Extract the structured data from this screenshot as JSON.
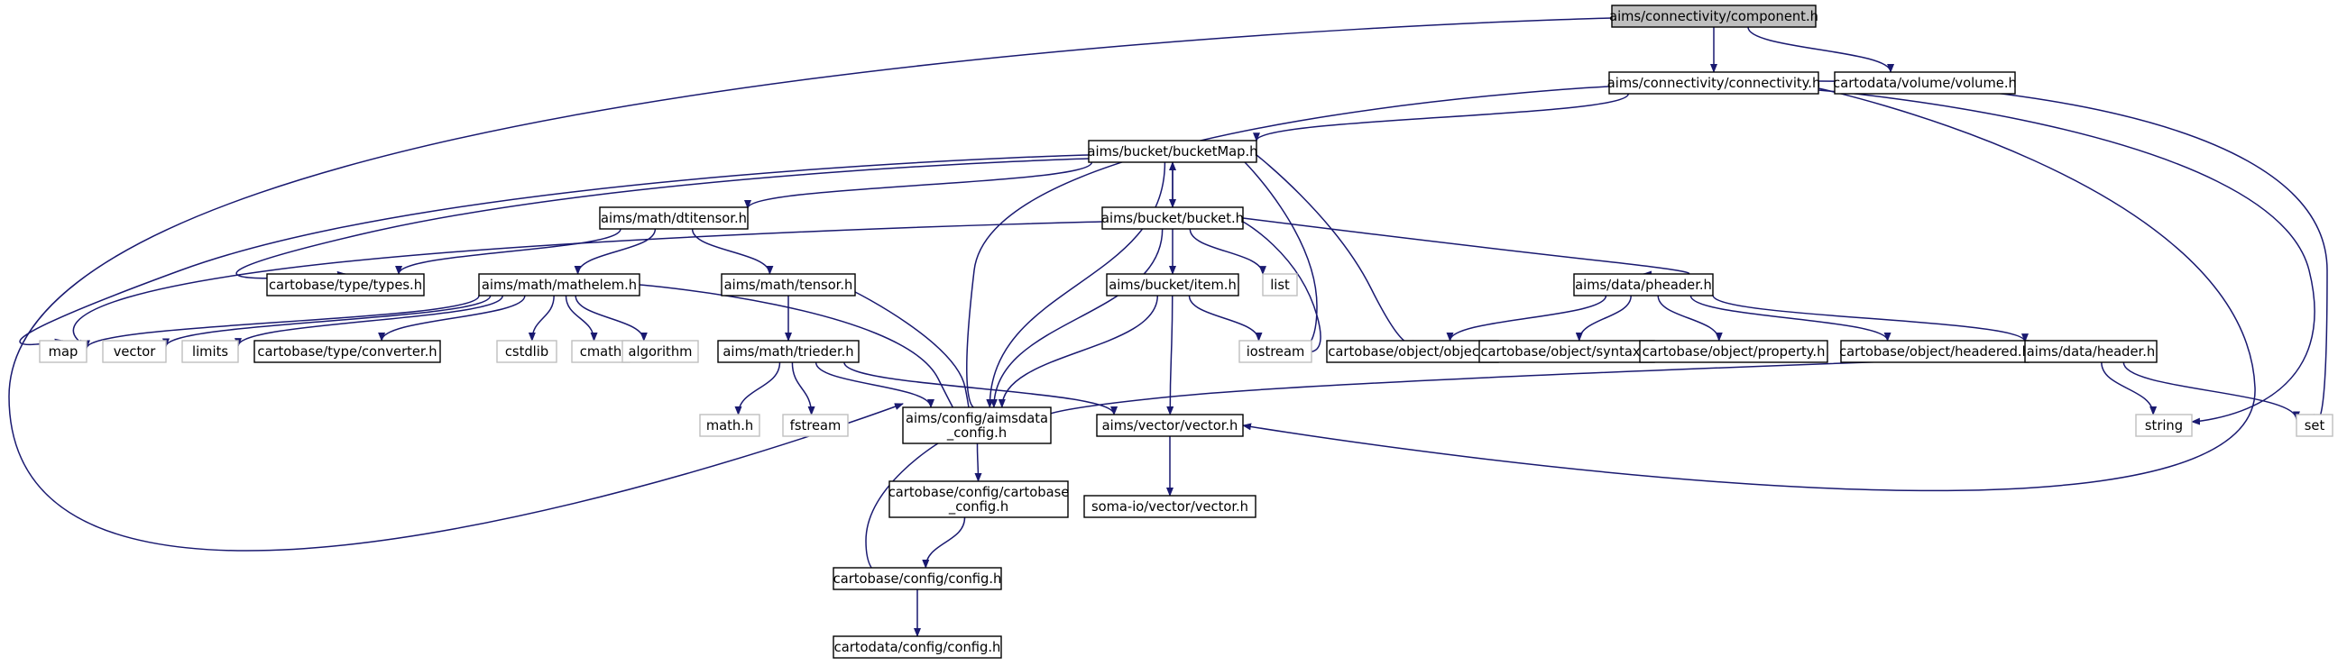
{
  "colors": {
    "edge": "#191970",
    "root_fill": "#bfbfbf",
    "system_border": "#bfbfbf",
    "node_border": "#000000"
  },
  "nodes": [
    {
      "id": "root",
      "label": [
        "aims/connectivity/component.h"
      ],
      "kind": "root"
    },
    {
      "id": "connectivity",
      "label": [
        "aims/connectivity/connectivity.h"
      ],
      "kind": "file"
    },
    {
      "id": "volume",
      "label": [
        "cartodata/volume/volume.h"
      ],
      "kind": "file"
    },
    {
      "id": "bucketMap",
      "label": [
        "aims/bucket/bucketMap.h"
      ],
      "kind": "file"
    },
    {
      "id": "dtitensor",
      "label": [
        "aims/math/dtitensor.h"
      ],
      "kind": "file"
    },
    {
      "id": "bucket",
      "label": [
        "aims/bucket/bucket.h"
      ],
      "kind": "file"
    },
    {
      "id": "types",
      "label": [
        "cartobase/type/types.h"
      ],
      "kind": "file"
    },
    {
      "id": "mathelem",
      "label": [
        "aims/math/mathelem.h"
      ],
      "kind": "file"
    },
    {
      "id": "tensor",
      "label": [
        "aims/math/tensor.h"
      ],
      "kind": "file"
    },
    {
      "id": "item",
      "label": [
        "aims/bucket/item.h"
      ],
      "kind": "file"
    },
    {
      "id": "list",
      "label": [
        "list"
      ],
      "kind": "system"
    },
    {
      "id": "pheader",
      "label": [
        "aims/data/pheader.h"
      ],
      "kind": "file"
    },
    {
      "id": "map",
      "label": [
        "map"
      ],
      "kind": "system"
    },
    {
      "id": "vector",
      "label": [
        "vector"
      ],
      "kind": "system"
    },
    {
      "id": "limits",
      "label": [
        "limits"
      ],
      "kind": "system"
    },
    {
      "id": "converter",
      "label": [
        "cartobase/type/converter.h"
      ],
      "kind": "file"
    },
    {
      "id": "cstdlib",
      "label": [
        "cstdlib"
      ],
      "kind": "system"
    },
    {
      "id": "cmath",
      "label": [
        "cmath"
      ],
      "kind": "system"
    },
    {
      "id": "algorithm",
      "label": [
        "algorithm"
      ],
      "kind": "system"
    },
    {
      "id": "trieder",
      "label": [
        "aims/math/trieder.h"
      ],
      "kind": "file"
    },
    {
      "id": "iostream",
      "label": [
        "iostream"
      ],
      "kind": "system"
    },
    {
      "id": "object",
      "label": [
        "cartobase/object/object.h"
      ],
      "kind": "file"
    },
    {
      "id": "syntax",
      "label": [
        "cartobase/object/syntax.h"
      ],
      "kind": "file"
    },
    {
      "id": "property",
      "label": [
        "cartobase/object/property.h"
      ],
      "kind": "file"
    },
    {
      "id": "headered",
      "label": [
        "cartobase/object/headered.h"
      ],
      "kind": "file"
    },
    {
      "id": "header",
      "label": [
        "aims/data/header.h"
      ],
      "kind": "file"
    },
    {
      "id": "mathh",
      "label": [
        "math.h"
      ],
      "kind": "system"
    },
    {
      "id": "fstream",
      "label": [
        "fstream"
      ],
      "kind": "system"
    },
    {
      "id": "aimsdata",
      "label": [
        "aims/config/aimsdata",
        "_config.h"
      ],
      "kind": "file"
    },
    {
      "id": "aimsvector",
      "label": [
        "aims/vector/vector.h"
      ],
      "kind": "file"
    },
    {
      "id": "string",
      "label": [
        "string"
      ],
      "kind": "system"
    },
    {
      "id": "set",
      "label": [
        "set"
      ],
      "kind": "system"
    },
    {
      "id": "cartobasecfg",
      "label": [
        "cartobase/config/cartobase",
        "_config.h"
      ],
      "kind": "file"
    },
    {
      "id": "somavector",
      "label": [
        "soma-io/vector/vector.h"
      ],
      "kind": "file"
    },
    {
      "id": "cbconfig",
      "label": [
        "cartobase/config/config.h"
      ],
      "kind": "file"
    },
    {
      "id": "cdconfig",
      "label": [
        "cartodata/config/config.h"
      ],
      "kind": "file"
    }
  ],
  "edges": [
    [
      "root",
      "connectivity"
    ],
    [
      "root",
      "volume"
    ],
    [
      "root",
      "aimsdata"
    ],
    [
      "connectivity",
      "bucketMap"
    ],
    [
      "connectivity",
      "aimsdata"
    ],
    [
      "connectivity",
      "aimsvector"
    ],
    [
      "connectivity",
      "string"
    ],
    [
      "connectivity",
      "set"
    ],
    [
      "bucketMap",
      "dtitensor"
    ],
    [
      "bucketMap",
      "bucket"
    ],
    [
      "bucketMap",
      "types"
    ],
    [
      "bucketMap",
      "map"
    ],
    [
      "bucketMap",
      "aimsdata"
    ],
    [
      "bucketMap",
      "iostream"
    ],
    [
      "bucketMap",
      "object"
    ],
    [
      "bucket",
      "bucketMap"
    ],
    [
      "bucket",
      "item"
    ],
    [
      "bucket",
      "list"
    ],
    [
      "bucket",
      "iostream"
    ],
    [
      "bucket",
      "pheader"
    ],
    [
      "bucket",
      "map"
    ],
    [
      "bucket",
      "aimsdata"
    ],
    [
      "dtitensor",
      "types"
    ],
    [
      "dtitensor",
      "mathelem"
    ],
    [
      "dtitensor",
      "tensor"
    ],
    [
      "mathelem",
      "map"
    ],
    [
      "mathelem",
      "vector"
    ],
    [
      "mathelem",
      "limits"
    ],
    [
      "mathelem",
      "converter"
    ],
    [
      "mathelem",
      "cstdlib"
    ],
    [
      "mathelem",
      "cmath"
    ],
    [
      "mathelem",
      "algorithm"
    ],
    [
      "mathelem",
      "aimsdata"
    ],
    [
      "tensor",
      "trieder"
    ],
    [
      "tensor",
      "aimsdata"
    ],
    [
      "trieder",
      "mathh"
    ],
    [
      "trieder",
      "fstream"
    ],
    [
      "trieder",
      "aimsdata"
    ],
    [
      "trieder",
      "aimsvector"
    ],
    [
      "item",
      "iostream"
    ],
    [
      "item",
      "aimsvector"
    ],
    [
      "item",
      "aimsdata"
    ],
    [
      "pheader",
      "object"
    ],
    [
      "pheader",
      "syntax"
    ],
    [
      "pheader",
      "property"
    ],
    [
      "pheader",
      "headered"
    ],
    [
      "pheader",
      "header"
    ],
    [
      "header",
      "aimsdata"
    ],
    [
      "header",
      "string"
    ],
    [
      "header",
      "set"
    ],
    [
      "aimsdata",
      "cartobasecfg"
    ],
    [
      "aimsdata",
      "cbconfig"
    ],
    [
      "cartobasecfg",
      "cbconfig"
    ],
    [
      "aimsvector",
      "somavector"
    ],
    [
      "cbconfig",
      "cdconfig"
    ]
  ]
}
